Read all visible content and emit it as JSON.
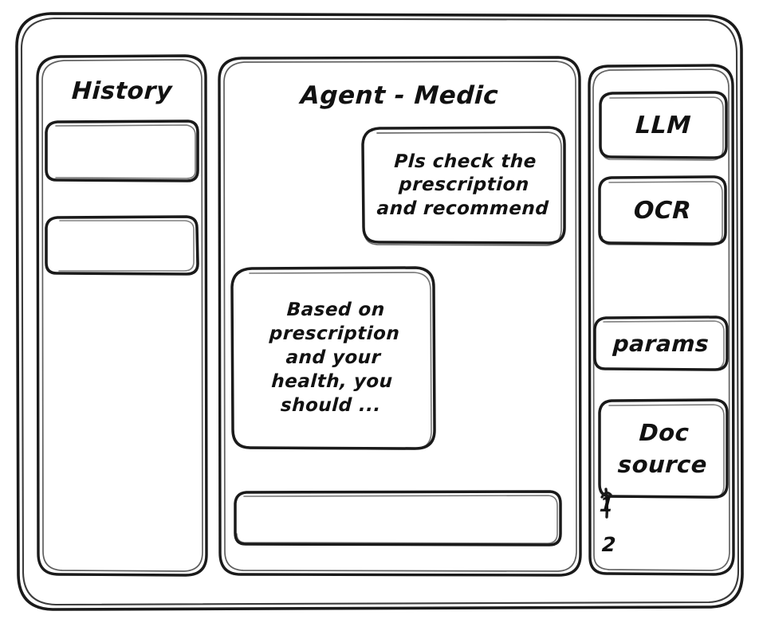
{
  "window": {
    "frame_label": "window-frame"
  },
  "sidebar": {
    "title": "History",
    "items": [
      {
        "label": ""
      },
      {
        "label": ""
      }
    ]
  },
  "main": {
    "title": "Agent - Medic",
    "messages": [
      {
        "role": "user",
        "lines": [
          "Pls check the",
          "prescription",
          "and recommend"
        ]
      },
      {
        "role": "assistant",
        "lines": [
          "Based on",
          "prescription",
          "and your",
          "health, you",
          "should ..."
        ]
      }
    ],
    "composer": {
      "value": "",
      "placeholder": ""
    }
  },
  "tools": {
    "items": [
      {
        "label": "LLM"
      },
      {
        "label": "OCR"
      },
      {
        "label": "params"
      }
    ],
    "doc_source": {
      "lines": [
        "Doc",
        "source"
      ],
      "entries": [
        "1",
        "2"
      ]
    }
  },
  "colors": {
    "ink": "#1a1a1a",
    "paper": "#ffffff"
  }
}
